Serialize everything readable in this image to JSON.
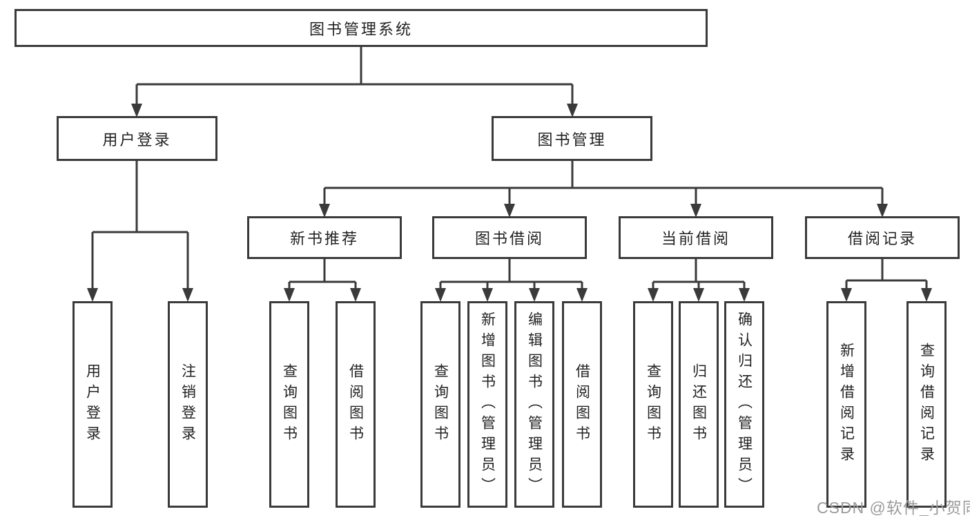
{
  "colors": {
    "line": "#3a3a3a",
    "box_border": "#3a3a3a",
    "text": "#222222",
    "watermark": "#9b9b9b",
    "background": "#ffffff"
  },
  "tree": {
    "root": {
      "label": "图书管理系统"
    },
    "branches": [
      {
        "label": "用户登录",
        "children": [
          {
            "label": "用户登录"
          },
          {
            "label": "注销登录"
          }
        ]
      },
      {
        "label": "图书管理",
        "children": [
          {
            "label": "新书推荐",
            "children": [
              {
                "label": "查询图书"
              },
              {
                "label": "借阅图书"
              }
            ]
          },
          {
            "label": "图书借阅",
            "children": [
              {
                "label": "查询图书"
              },
              {
                "label": "新增图书（管理员）"
              },
              {
                "label": "编辑图书（管理员）"
              },
              {
                "label": "借阅图书"
              }
            ]
          },
          {
            "label": "当前借阅",
            "children": [
              {
                "label": "查询图书"
              },
              {
                "label": "归还图书"
              },
              {
                "label": "确认归还（管理员）"
              }
            ]
          },
          {
            "label": "借阅记录",
            "children": [
              {
                "label": "新增借阅记录"
              },
              {
                "label": "查询借阅记录"
              }
            ]
          }
        ]
      }
    ]
  },
  "watermark": {
    "text": "CSDN @软件_小贺同学"
  }
}
